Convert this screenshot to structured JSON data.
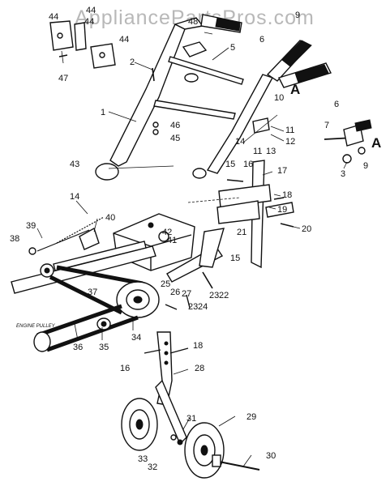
{
  "watermark": "AppliancePartsPros.com",
  "engine_pulley_label": "ENGINE PULLEY",
  "callout_letter": "A",
  "callouts": [
    {
      "id": "44"
    },
    {
      "id": "44"
    },
    {
      "id": "44"
    },
    {
      "id": "44"
    },
    {
      "id": "47"
    },
    {
      "id": "48"
    },
    {
      "id": "9"
    },
    {
      "id": "6"
    },
    {
      "id": "6"
    },
    {
      "id": "2"
    },
    {
      "id": "5"
    },
    {
      "id": "1"
    },
    {
      "id": "10"
    },
    {
      "id": "46"
    },
    {
      "id": "45"
    },
    {
      "id": "11"
    },
    {
      "id": "12"
    },
    {
      "id": "14"
    },
    {
      "id": "11"
    },
    {
      "id": "13"
    },
    {
      "id": "43"
    },
    {
      "id": "16"
    },
    {
      "id": "15"
    },
    {
      "id": "17"
    },
    {
      "id": "7"
    },
    {
      "id": "3"
    },
    {
      "id": "9"
    },
    {
      "id": "18"
    },
    {
      "id": "19"
    },
    {
      "id": "20"
    },
    {
      "id": "21"
    },
    {
      "id": "14"
    },
    {
      "id": "39"
    },
    {
      "id": "40"
    },
    {
      "id": "38"
    },
    {
      "id": "42"
    },
    {
      "id": "41"
    },
    {
      "id": "15"
    },
    {
      "id": "37"
    },
    {
      "id": "25"
    },
    {
      "id": "26"
    },
    {
      "id": "27"
    },
    {
      "id": "23"
    },
    {
      "id": "24"
    },
    {
      "id": "23"
    },
    {
      "id": "22"
    },
    {
      "id": "34"
    },
    {
      "id": "35"
    },
    {
      "id": "36"
    },
    {
      "id": "18"
    },
    {
      "id": "16"
    },
    {
      "id": "28"
    },
    {
      "id": "29"
    },
    {
      "id": "31"
    },
    {
      "id": "33"
    },
    {
      "id": "32"
    },
    {
      "id": "30"
    }
  ]
}
